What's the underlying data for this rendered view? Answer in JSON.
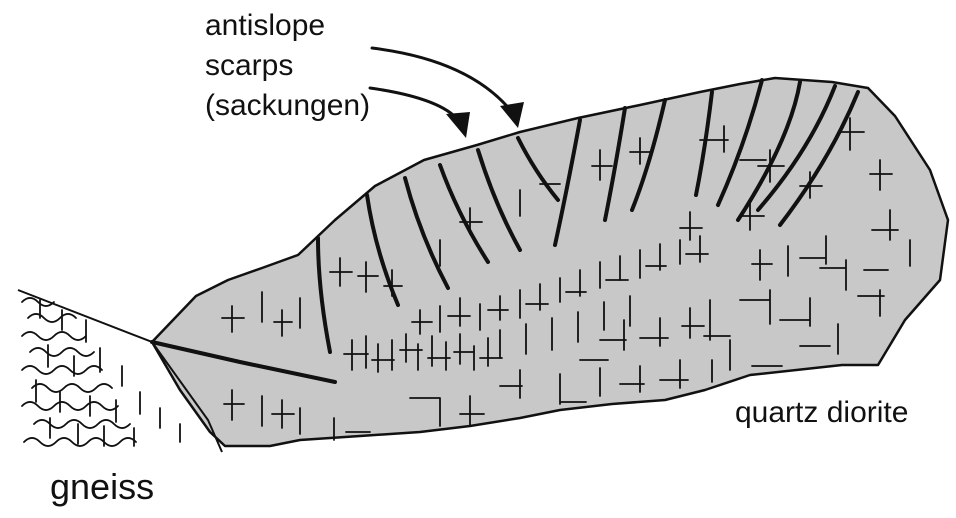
{
  "labels": {
    "scarps_line1": "antislope",
    "scarps_line2": "scarps",
    "scarps_line3": "(sackungen)",
    "rock_right": "quartz diorite",
    "rock_left": "gneiss"
  },
  "colors": {
    "rock_fill": "#c8c8c8",
    "line": "#111111",
    "background": "#ffffff"
  }
}
